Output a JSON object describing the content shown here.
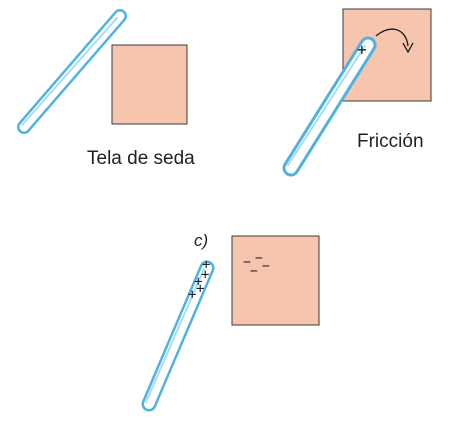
{
  "labels": {
    "silk_cloth": "Tela de seda",
    "friction": "Fricción",
    "panel_c": "c)"
  },
  "marks": {
    "positive": "+",
    "negative": "−"
  },
  "colors": {
    "cloth_fill": "#f7c4ae",
    "cloth_stroke": "#3a3a3a",
    "rod_outline": "#4fb3e0",
    "rod_fill": "#ffffff"
  },
  "icons": [
    "glass-rod",
    "silk-cloth",
    "curved-arrow-icon",
    "plus-sign",
    "minus-sign"
  ]
}
